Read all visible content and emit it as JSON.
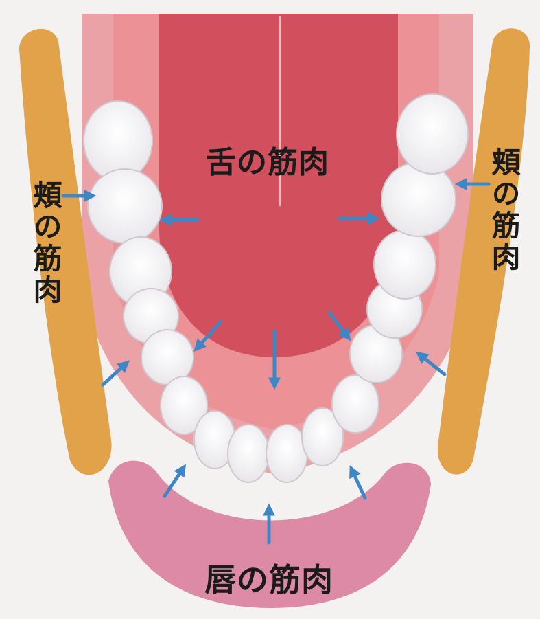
{
  "labels": {
    "tongue_muscle": "舌の筋肉",
    "cheek_muscle_left": "頬の筋肉",
    "cheek_muscle_right": "頬の筋肉",
    "lip_muscle": "唇の筋肉"
  },
  "colors": {
    "background": "#f4f2f1",
    "cheek_muscle": "#e2a24a",
    "lip_muscle": "#dc8aa6",
    "tongue": "#d24f5d",
    "gum": "#e9a0a4",
    "tooth": "#ffffff",
    "arrow": "#3f86c4"
  }
}
